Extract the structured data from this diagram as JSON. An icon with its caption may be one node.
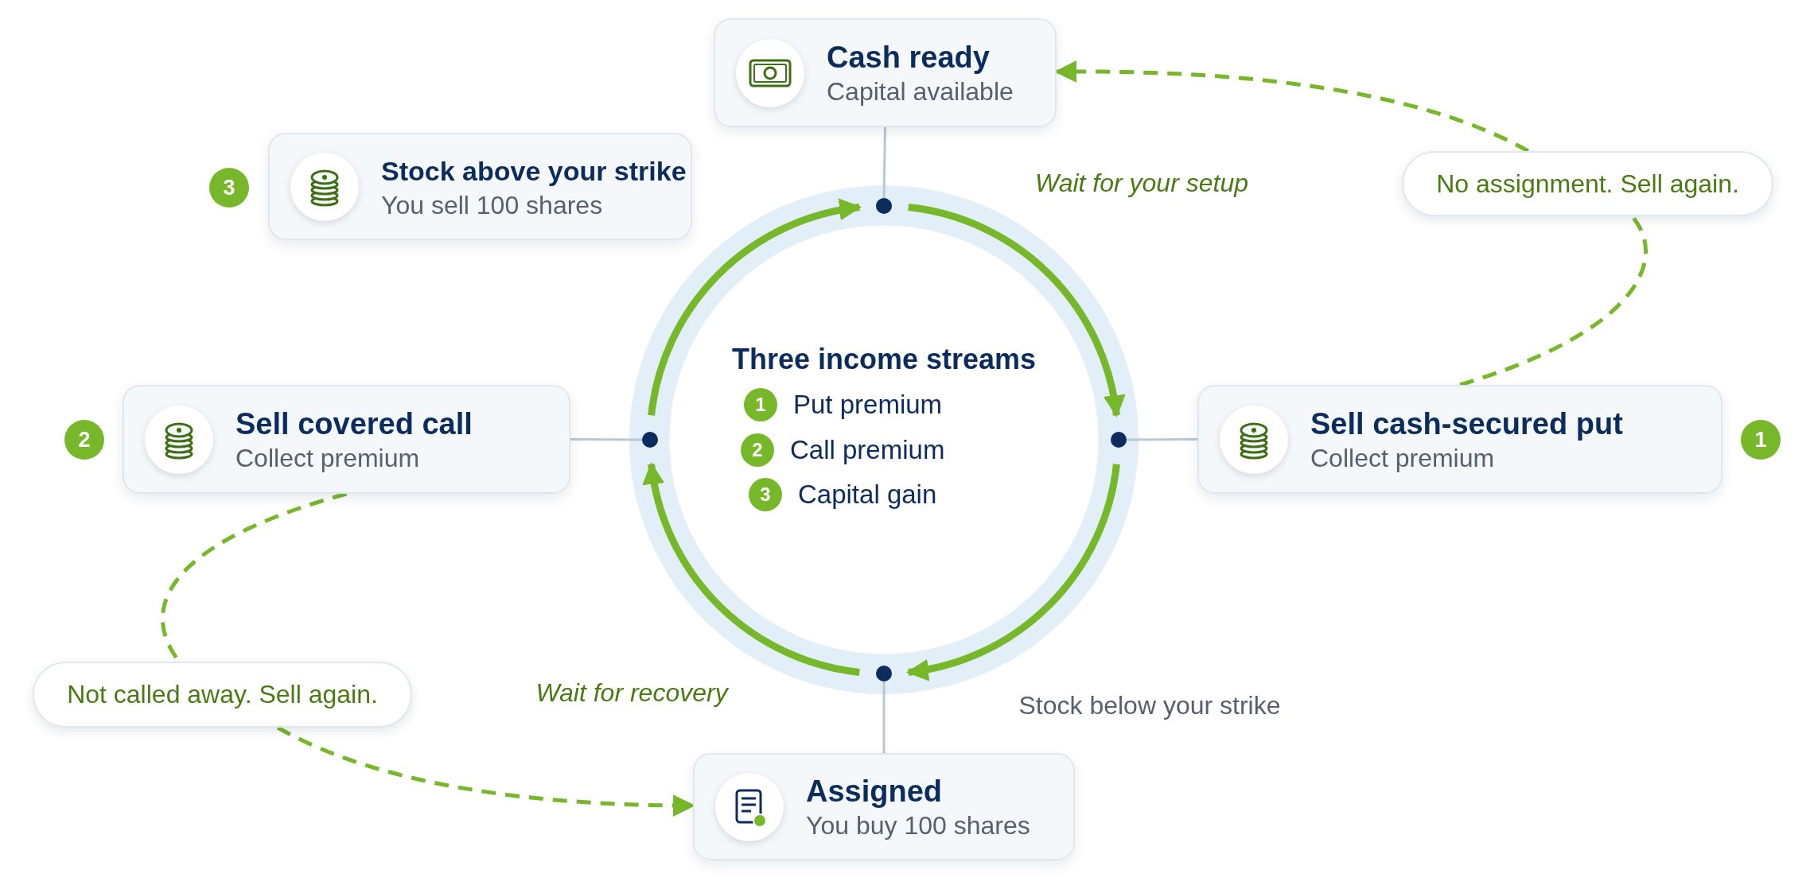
{
  "diagram": {
    "nodes": [
      {
        "text": [
          "Cash ready",
          "Capital available"
        ]
      },
      {
        "text": [
          "Stock above your strike",
          "You sell 100 shares"
        ],
        "beside": [
          "3"
        ]
      },
      {
        "text": [
          "Sell covered call",
          "Collect premium"
        ],
        "beside": [
          "2"
        ]
      },
      {
        "text": [
          "Sell cash-secured put",
          "Collect premium"
        ],
        "beside": [
          "1"
        ]
      },
      {
        "text": [
          "Assigned",
          "You buy 100 shares"
        ]
      },
      {
        "text": [
          "No assignment. Sell again."
        ]
      },
      {
        "text": [
          "Not called away. Sell again."
        ]
      },
      {
        "text": [
          "Three income streams",
          "1",
          "Put premium",
          "2",
          "Call premium",
          "3",
          "Capital gain"
        ]
      },
      {
        "text": [],
        "shape": "circle",
        "in": 7
      },
      {
        "text": [],
        "shape": "circle",
        "in": 7
      },
      {
        "text": [],
        "shape": "circle",
        "in": 7
      },
      {
        "text": [],
        "shape": "circle",
        "in": 7
      }
    ],
    "edges": [
      {
        "from": 0,
        "to": 8,
        "arrow": "none",
        "color": "#b8c7d4"
      },
      {
        "from": 3,
        "to": 9,
        "arrow": "none",
        "color": "#b8c7d4"
      },
      {
        "from": 4,
        "to": 10,
        "arrow": "none",
        "color": "#b8c7d4"
      },
      {
        "from": 2,
        "to": 11,
        "arrow": "none",
        "color": "#b8c7d4"
      },
      {
        "from": 11,
        "to": 8,
        "arrow": "to",
        "style": "thick",
        "color": "#76b82a"
      },
      {
        "from": 8,
        "to": 9,
        "arrow": "to",
        "label": "Wait for your setup",
        "style": "thick",
        "color": "#76b82a"
      },
      {
        "from": 9,
        "to": 10,
        "arrow": "to",
        "label": "Stock below your strike",
        "style": "thick",
        "color": "#76b82a"
      },
      {
        "from": 10,
        "to": 11,
        "arrow": "to",
        "label": "Wait for recovery",
        "style": "thick",
        "color": "#76b82a"
      },
      {
        "from": 3,
        "to": 5,
        "arrow": "none",
        "style": "dashed",
        "color": "#76b82a"
      },
      {
        "from": 5,
        "to": 0,
        "arrow": "to",
        "style": "dashed",
        "color": "#76b82a"
      },
      {
        "from": 2,
        "to": 6,
        "arrow": "none",
        "style": "dashed",
        "color": "#76b82a"
      },
      {
        "from": 6,
        "to": 4,
        "arrow": "to",
        "style": "dashed",
        "color": "#76b82a"
      }
    ]
  }
}
